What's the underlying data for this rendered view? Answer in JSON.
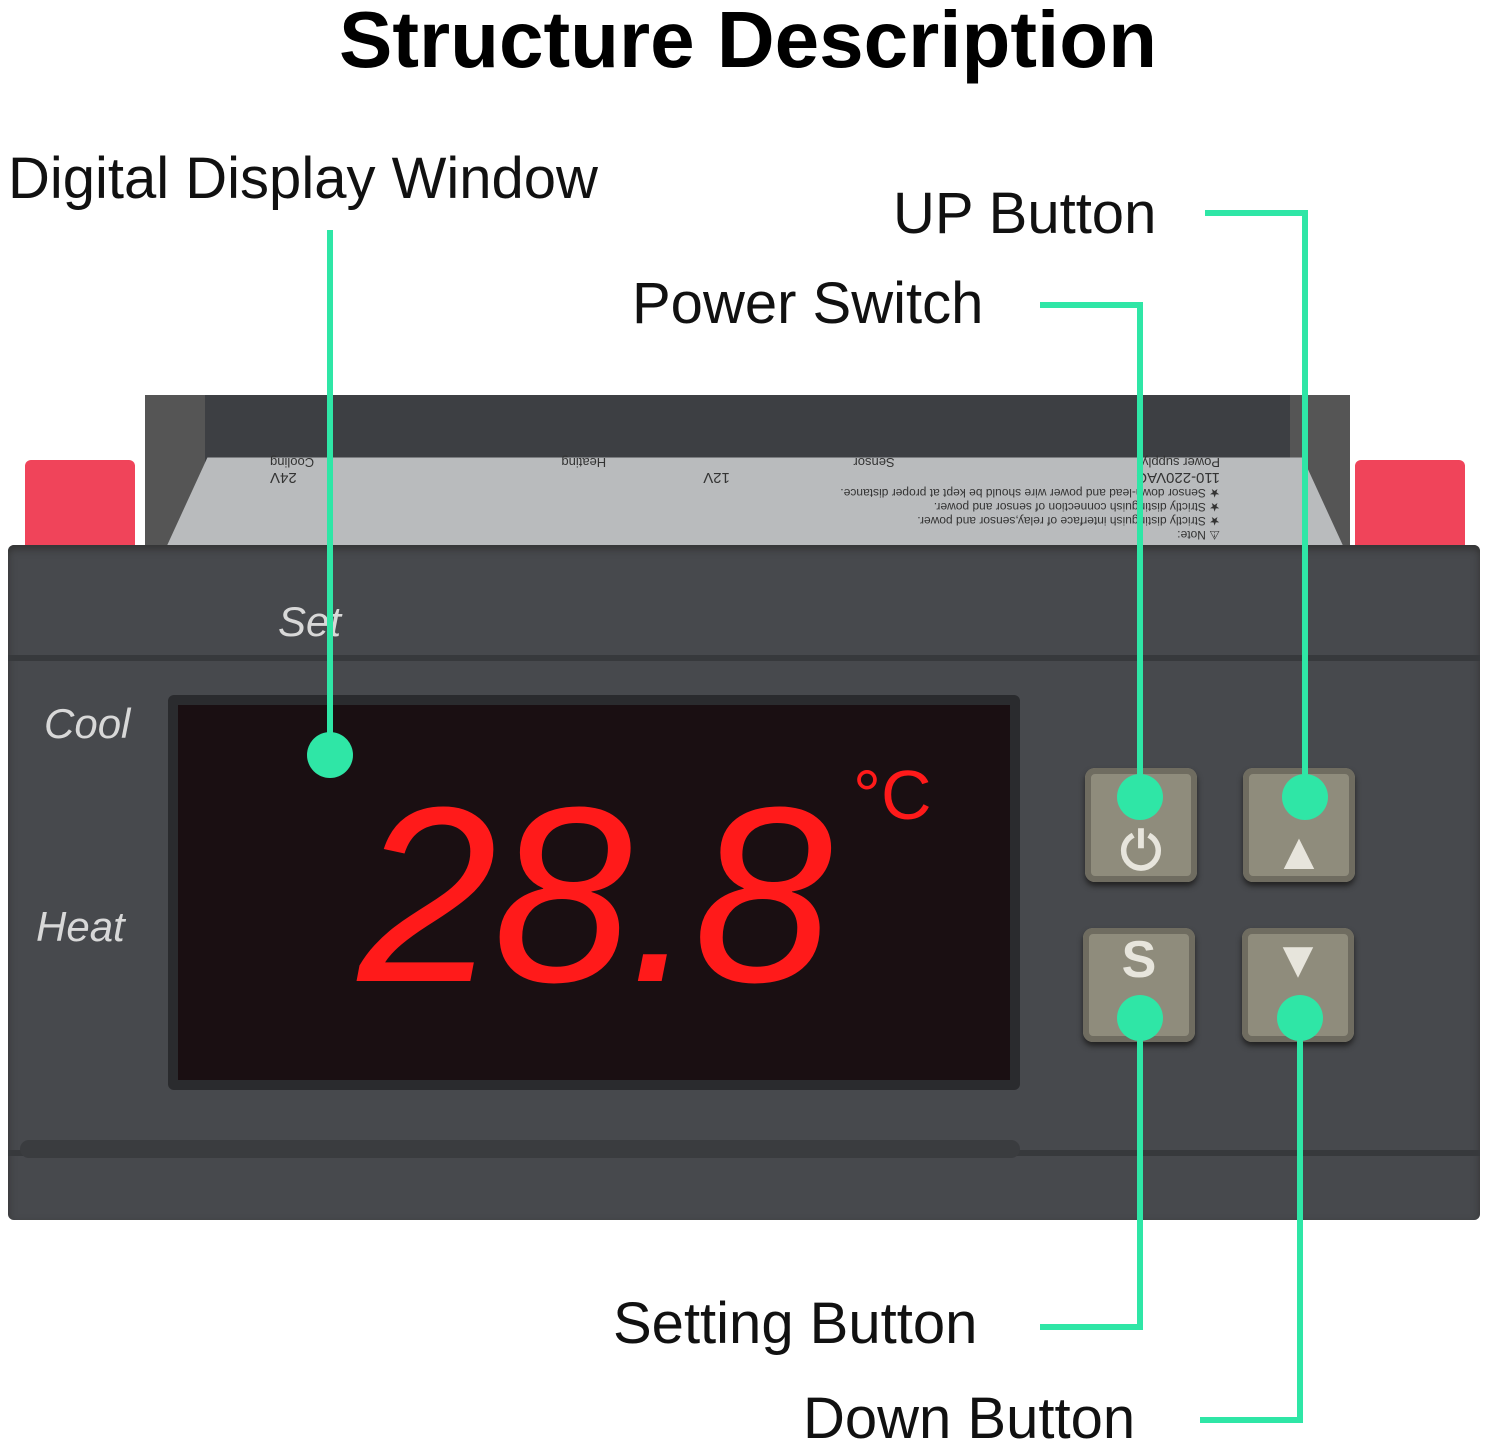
{
  "title": "Structure Description",
  "labels": {
    "display": "Digital Display Window",
    "up": "UP Button",
    "power": "Power Switch",
    "setting": "Setting Button",
    "down": "Down Button"
  },
  "device": {
    "set_label": "Set",
    "cool_label": "Cool",
    "heat_label": "Heat",
    "display_value": "28.8",
    "unit": "°C",
    "buttons": {
      "power": "⏻",
      "up": "▲",
      "setting": "S",
      "down": "▼"
    },
    "rear_plate": {
      "note": "⚠ Note:",
      "lines": [
        "★ Strictly distinguish interface of relay,sensor and power.",
        "★ Strictly distinguish connection of sensor and power.",
        "★ Sensor down-lead and power wire should be kept at proper distance."
      ],
      "voltages": [
        "110-220VAC",
        "12V",
        "24V"
      ],
      "terminals": [
        "Power supply",
        "Sensor",
        "Heating",
        "Cooling"
      ]
    }
  },
  "colors": {
    "accent": "#2fe6a6",
    "segment": "#ff1a1a",
    "clip": "#f0445a",
    "body": "#47494d"
  }
}
